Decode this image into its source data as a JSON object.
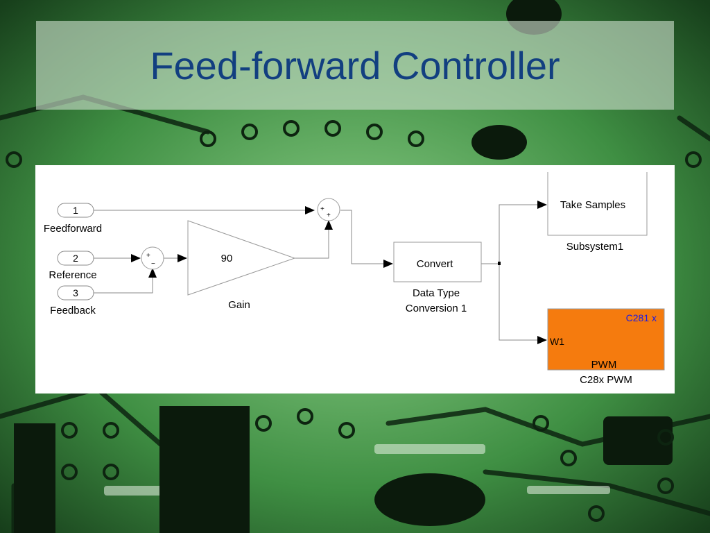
{
  "slide": {
    "title": "Feed-forward Controller"
  },
  "diagram": {
    "inports": [
      {
        "number": "1",
        "label": "Feedforward"
      },
      {
        "number": "2",
        "label": "Reference"
      },
      {
        "number": "3",
        "label": "Feedback"
      }
    ],
    "sum1": {
      "signs": [
        "+",
        "−"
      ]
    },
    "sum2": {
      "signs": [
        "+",
        "+"
      ]
    },
    "gain": {
      "value": "90",
      "label": "Gain"
    },
    "convert": {
      "text": "Convert",
      "label_line1": "Data Type",
      "label_line2": "Conversion 1"
    },
    "subsystem": {
      "text": "Take Samples",
      "label": "Subsystem1"
    },
    "pwm": {
      "header": "C281 x",
      "port": "W1",
      "name": "PWM",
      "label": "C28x PWM"
    }
  },
  "colors": {
    "title": "#123f80",
    "pwm_fill": "#f57b0e",
    "pwm_header": "#1a1ae6"
  }
}
